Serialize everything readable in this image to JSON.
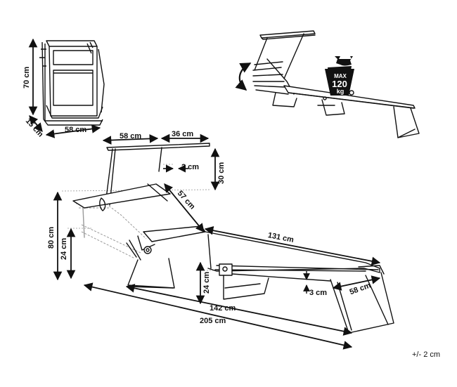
{
  "colors": {
    "line": "#111111",
    "ghost": "#9a9a9a",
    "fill": "#ffffff"
  },
  "icons": {
    "weight": "weight-bag-icon",
    "rotate": "rotate-arrow-icon"
  },
  "folded": {
    "height": "70 cm",
    "depth": "15 cm",
    "width": "58 cm"
  },
  "load": {
    "max": "MAX",
    "amount": "120",
    "unit": "kg"
  },
  "dimensions": {
    "canopy_width": "58 cm",
    "canopy_length": "36 cm",
    "canopy_gap": "2 cm",
    "canopy_height": "30 cm",
    "canopy_arm": "57 cm",
    "total_height": "80 cm",
    "leg_height_left": "24 cm",
    "bed_length": "131 cm",
    "leg_height_center": "24 cm",
    "frame_thickness": "3 cm",
    "bed_width": "58 cm",
    "length_without_canopy": "142 cm",
    "total_length": "205 cm"
  },
  "tolerance": "+/- 2 cm"
}
